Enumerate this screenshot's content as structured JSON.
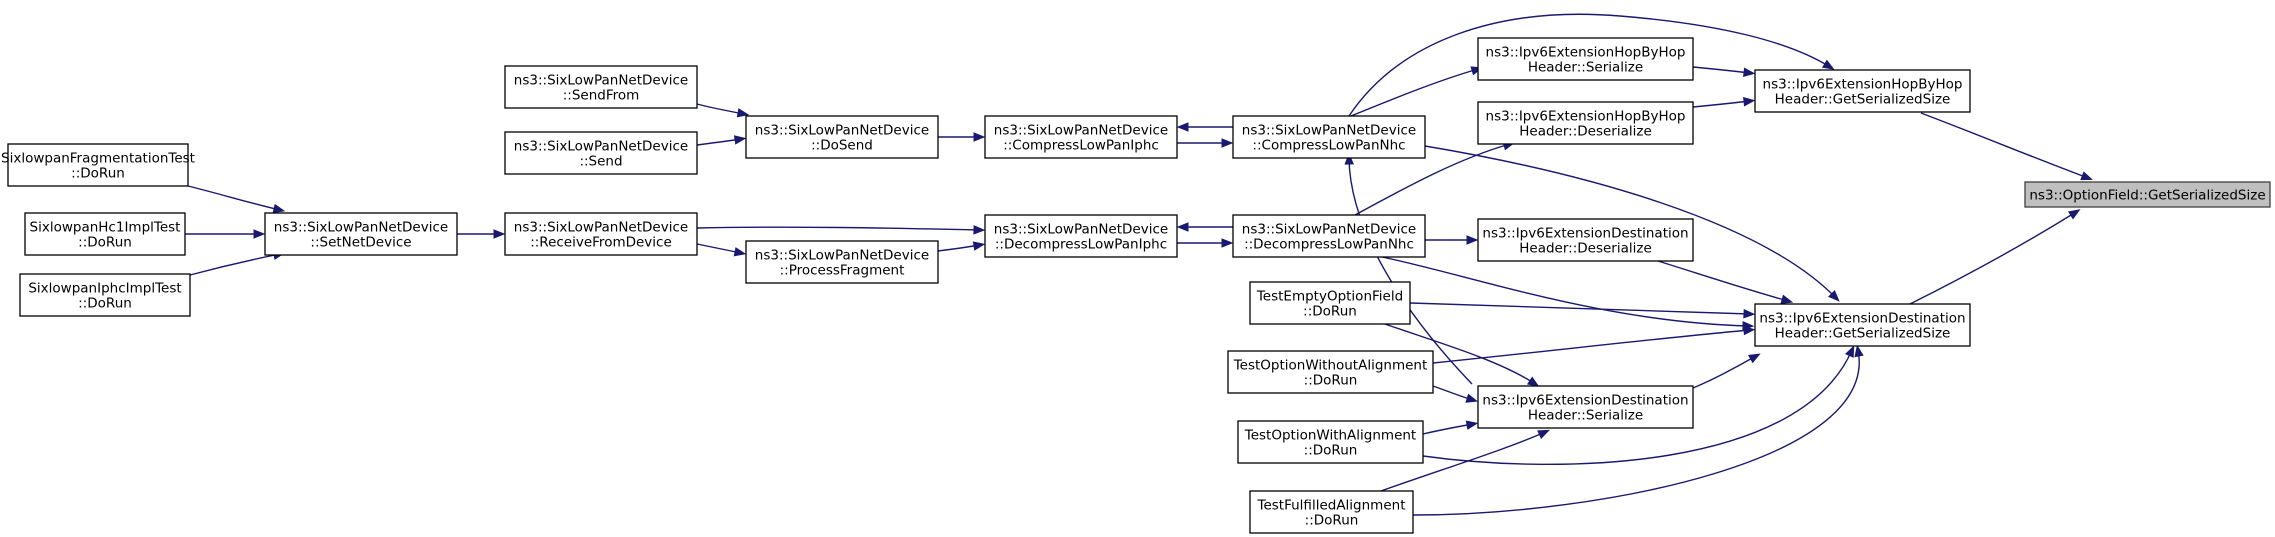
{
  "graph": {
    "title": "",
    "nodes": [
      {
        "id": "root",
        "lines": [
          "ns3::OptionField::GetSerializedSize"
        ],
        "highlight": true
      },
      {
        "id": "hbh_size",
        "lines": [
          "ns3::Ipv6ExtensionHopByHop",
          "Header::GetSerializedSize"
        ]
      },
      {
        "id": "dst_size",
        "lines": [
          "ns3::Ipv6ExtensionDestination",
          "Header::GetSerializedSize"
        ]
      },
      {
        "id": "hbh_ser",
        "lines": [
          "ns3::Ipv6ExtensionHopByHop",
          "Header::Serialize"
        ]
      },
      {
        "id": "hbh_deser",
        "lines": [
          "ns3::Ipv6ExtensionHopByHop",
          "Header::Deserialize"
        ]
      },
      {
        "id": "dst_deser",
        "lines": [
          "ns3::Ipv6ExtensionDestination",
          "Header::Deserialize"
        ]
      },
      {
        "id": "dst_ser",
        "lines": [
          "ns3::Ipv6ExtensionDestination",
          "Header::Serialize"
        ]
      },
      {
        "id": "comp_nhc",
        "lines": [
          "ns3::SixLowPanNetDevice",
          "::CompressLowPanNhc"
        ]
      },
      {
        "id": "decomp_nhc",
        "lines": [
          "ns3::SixLowPanNetDevice",
          "::DecompressLowPanNhc"
        ]
      },
      {
        "id": "t_empty",
        "lines": [
          "TestEmptyOptionField",
          "::DoRun"
        ]
      },
      {
        "id": "t_without",
        "lines": [
          "TestOptionWithoutAlignment",
          "::DoRun"
        ]
      },
      {
        "id": "t_with",
        "lines": [
          "TestOptionWithAlignment",
          "::DoRun"
        ]
      },
      {
        "id": "t_fulfilled",
        "lines": [
          "TestFulfilledAlignment",
          "::DoRun"
        ]
      },
      {
        "id": "comp_iphc",
        "lines": [
          "ns3::SixLowPanNetDevice",
          "::CompressLowPanIphc"
        ]
      },
      {
        "id": "decomp_iphc",
        "lines": [
          "ns3::SixLowPanNetDevice",
          "::DecompressLowPanIphc"
        ]
      },
      {
        "id": "dosend",
        "lines": [
          "ns3::SixLowPanNetDevice",
          "::DoSend"
        ]
      },
      {
        "id": "procfrag",
        "lines": [
          "ns3::SixLowPanNetDevice",
          "::ProcessFragment"
        ]
      },
      {
        "id": "sendfrom",
        "lines": [
          "ns3::SixLowPanNetDevice",
          "::SendFrom"
        ]
      },
      {
        "id": "send",
        "lines": [
          "ns3::SixLowPanNetDevice",
          "::Send"
        ]
      },
      {
        "id": "recv",
        "lines": [
          "ns3::SixLowPanNetDevice",
          "::ReceiveFromDevice"
        ]
      },
      {
        "id": "setnet",
        "lines": [
          "ns3::SixLowPanNetDevice",
          "::SetNetDevice"
        ]
      },
      {
        "id": "t_frag",
        "lines": [
          "SixlowpanFragmentationTest",
          "::DoRun"
        ]
      },
      {
        "id": "t_hc1",
        "lines": [
          "SixlowpanHc1ImplTest",
          "::DoRun"
        ]
      },
      {
        "id": "t_iphc",
        "lines": [
          "SixlowpanIphcImplTest",
          "::DoRun"
        ]
      }
    ],
    "edges": [
      {
        "from": "hbh_size",
        "to": "root"
      },
      {
        "from": "dst_size",
        "to": "root"
      },
      {
        "from": "hbh_ser",
        "to": "hbh_size"
      },
      {
        "from": "hbh_deser",
        "to": "hbh_size"
      },
      {
        "from": "comp_nhc",
        "to": "hbh_size"
      },
      {
        "from": "dst_deser",
        "to": "dst_size"
      },
      {
        "from": "dst_ser",
        "to": "dst_size"
      },
      {
        "from": "comp_nhc",
        "to": "dst_size"
      },
      {
        "from": "decomp_nhc",
        "to": "dst_size"
      },
      {
        "from": "t_empty",
        "to": "dst_size"
      },
      {
        "from": "t_without",
        "to": "dst_size"
      },
      {
        "from": "t_with",
        "to": "dst_size"
      },
      {
        "from": "t_fulfilled",
        "to": "dst_size"
      },
      {
        "from": "comp_nhc",
        "to": "hbh_ser"
      },
      {
        "from": "decomp_nhc",
        "to": "hbh_deser"
      },
      {
        "from": "decomp_nhc",
        "to": "dst_deser"
      },
      {
        "from": "comp_nhc",
        "to": "dst_ser"
      },
      {
        "from": "t_empty",
        "to": "dst_ser"
      },
      {
        "from": "t_without",
        "to": "dst_ser"
      },
      {
        "from": "t_with",
        "to": "dst_ser"
      },
      {
        "from": "t_fulfilled",
        "to": "dst_ser"
      },
      {
        "from": "comp_iphc",
        "to": "comp_nhc"
      },
      {
        "from": "comp_nhc",
        "to": "comp_iphc"
      },
      {
        "from": "decomp_iphc",
        "to": "decomp_nhc"
      },
      {
        "from": "decomp_nhc",
        "to": "decomp_iphc"
      },
      {
        "from": "dosend",
        "to": "comp_iphc"
      },
      {
        "from": "recv",
        "to": "decomp_iphc"
      },
      {
        "from": "procfrag",
        "to": "decomp_iphc"
      },
      {
        "from": "sendfrom",
        "to": "dosend"
      },
      {
        "from": "send",
        "to": "dosend"
      },
      {
        "from": "recv",
        "to": "procfrag"
      },
      {
        "from": "setnet",
        "to": "recv"
      },
      {
        "from": "t_frag",
        "to": "setnet"
      },
      {
        "from": "t_hc1",
        "to": "setnet"
      },
      {
        "from": "t_iphc",
        "to": "setnet"
      }
    ]
  }
}
